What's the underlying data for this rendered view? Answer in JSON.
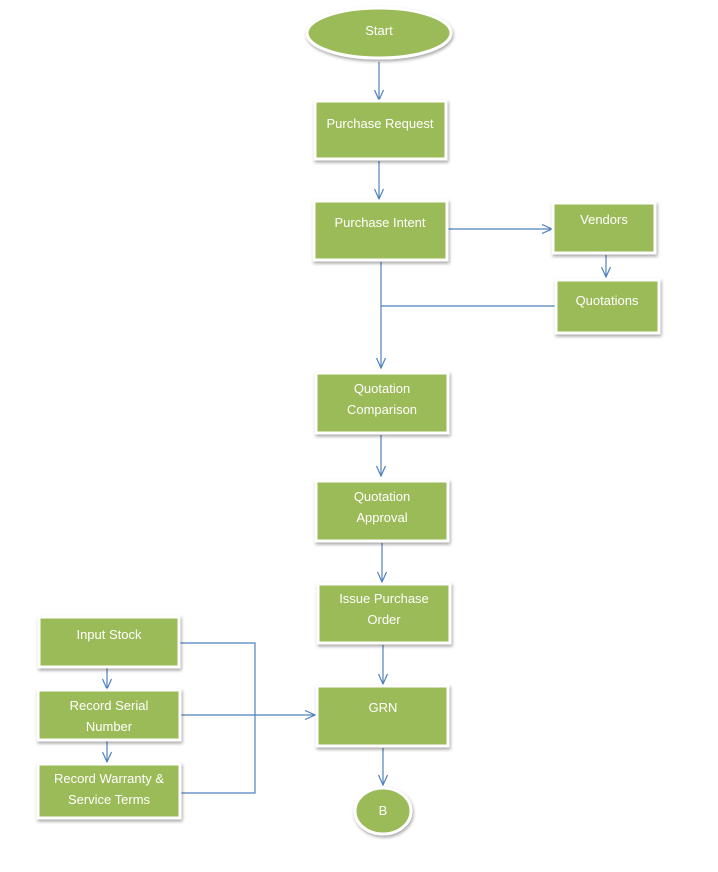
{
  "colors": {
    "node_fill": "#9bbb59",
    "node_border": "#ffffff",
    "connector": "#4f81bd",
    "text": "#ffffff"
  },
  "nodes": {
    "start": {
      "lines": [
        "Start"
      ]
    },
    "purchase_request": {
      "lines": [
        "Purchase Request"
      ]
    },
    "purchase_intent": {
      "lines": [
        "Purchase Intent"
      ]
    },
    "vendors": {
      "lines": [
        "Vendors"
      ]
    },
    "quotations": {
      "lines": [
        "Quotations"
      ]
    },
    "quotation_comparison": {
      "lines": [
        "Quotation",
        "Comparison"
      ]
    },
    "quotation_approval": {
      "lines": [
        "Quotation",
        "Approval"
      ]
    },
    "issue_purchase_order": {
      "lines": [
        "Issue Purchase",
        "Order"
      ]
    },
    "grn": {
      "lines": [
        "GRN"
      ]
    },
    "input_stock": {
      "lines": [
        "Input Stock"
      ]
    },
    "record_serial_number": {
      "lines": [
        "Record Serial",
        "Number"
      ]
    },
    "record_warranty": {
      "lines": [
        "Record Warranty &",
        "Service Terms"
      ]
    },
    "b": {
      "lines": [
        "B"
      ]
    }
  }
}
